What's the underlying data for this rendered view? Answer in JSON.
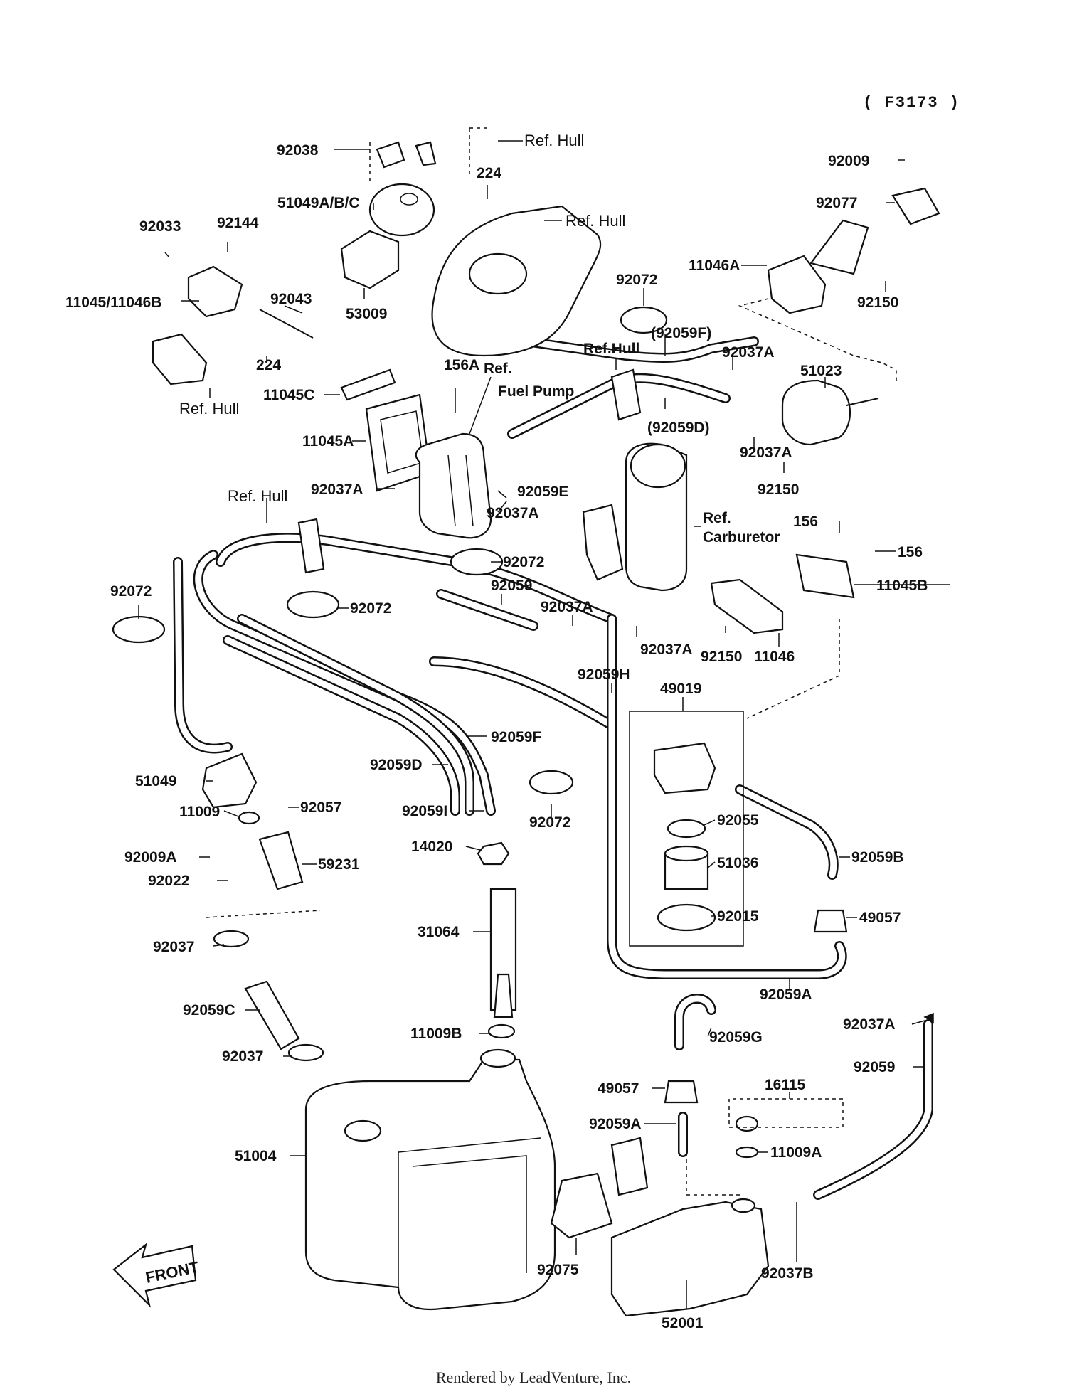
{
  "diagram": {
    "code": "( F3173 )",
    "footer": "Rendered by LeadVenture, Inc.",
    "front_label": "FRONT",
    "labels": [
      {
        "id": "92038",
        "text": "92038"
      },
      {
        "id": "ref-hull-top",
        "text": "Ref. Hull"
      },
      {
        "id": "224a",
        "text": "224"
      },
      {
        "id": "51049abc",
        "text": "51049A/B/C"
      },
      {
        "id": "ref-hull-cover",
        "text": "Ref. Hull"
      },
      {
        "id": "92033",
        "text": "92033"
      },
      {
        "id": "92144",
        "text": "92144"
      },
      {
        "id": "11045-11046b",
        "text": "11045/11046B"
      },
      {
        "id": "92043",
        "text": "92043"
      },
      {
        "id": "53009",
        "text": "53009"
      },
      {
        "id": "224b",
        "text": "224"
      },
      {
        "id": "ref-hull-left",
        "text": "Ref. Hull"
      },
      {
        "id": "11045c",
        "text": "11045C"
      },
      {
        "id": "156a",
        "text": "156A"
      },
      {
        "id": "11045a",
        "text": "11045A"
      },
      {
        "id": "ref-fuel-pump-1",
        "text": "Ref."
      },
      {
        "id": "ref-fuel-pump-2",
        "text": "Fuel Pump"
      },
      {
        "id": "92009",
        "text": "92009"
      },
      {
        "id": "92077",
        "text": "92077"
      },
      {
        "id": "11046a",
        "text": "11046A"
      },
      {
        "id": "92150a",
        "text": "92150"
      },
      {
        "id": "92072-top",
        "text": "92072"
      },
      {
        "id": "ref-hull-clip",
        "text": "Ref.Hull"
      },
      {
        "id": "92059f-p",
        "text": "(92059F)"
      },
      {
        "id": "92037a-1",
        "text": "92037A"
      },
      {
        "id": "51023",
        "text": "51023"
      },
      {
        "id": "92059d-p",
        "text": "(92059D)"
      },
      {
        "id": "92037a-2",
        "text": "92037A"
      },
      {
        "id": "92150b",
        "text": "92150"
      },
      {
        "id": "92037a-3",
        "text": "92037A"
      },
      {
        "id": "92059e",
        "text": "92059E"
      },
      {
        "id": "92037a-4",
        "text": "92037A"
      },
      {
        "id": "ref-hull-mid",
        "text": "Ref. Hull"
      },
      {
        "id": "92072-mid",
        "text": "92072"
      },
      {
        "id": "ref-carb-1",
        "text": "Ref."
      },
      {
        "id": "ref-carb-2",
        "text": "Carburetor"
      },
      {
        "id": "156-top",
        "text": "156"
      },
      {
        "id": "156-right",
        "text": "156"
      },
      {
        "id": "11045b",
        "text": "11045B"
      },
      {
        "id": "92072-left",
        "text": "92072"
      },
      {
        "id": "92072-lmid",
        "text": "92072"
      },
      {
        "id": "92059",
        "text": "92059"
      },
      {
        "id": "92037a-5",
        "text": "92037A"
      },
      {
        "id": "92037a-6",
        "text": "92037A"
      },
      {
        "id": "92150c",
        "text": "92150"
      },
      {
        "id": "11046",
        "text": "11046"
      },
      {
        "id": "92059h",
        "text": "92059H"
      },
      {
        "id": "49019",
        "text": "49019"
      },
      {
        "id": "92059f",
        "text": "92059F"
      },
      {
        "id": "51049",
        "text": "51049"
      },
      {
        "id": "92059d",
        "text": "92059D"
      },
      {
        "id": "11009",
        "text": "11009"
      },
      {
        "id": "92057",
        "text": "92057"
      },
      {
        "id": "92059i",
        "text": "92059I"
      },
      {
        "id": "92072-low",
        "text": "92072"
      },
      {
        "id": "92055",
        "text": "92055"
      },
      {
        "id": "92059b",
        "text": "92059B"
      },
      {
        "id": "14020",
        "text": "14020"
      },
      {
        "id": "92009a",
        "text": "92009A"
      },
      {
        "id": "59231",
        "text": "59231"
      },
      {
        "id": "92022",
        "text": "92022"
      },
      {
        "id": "51036",
        "text": "51036"
      },
      {
        "id": "92015",
        "text": "92015"
      },
      {
        "id": "49057-r",
        "text": "49057"
      },
      {
        "id": "31064",
        "text": "31064"
      },
      {
        "id": "92037-a",
        "text": "92037"
      },
      {
        "id": "92059a-r",
        "text": "92059A"
      },
      {
        "id": "92059c",
        "text": "92059C"
      },
      {
        "id": "11009b",
        "text": "11009B"
      },
      {
        "id": "92059g",
        "text": "92059G"
      },
      {
        "id": "92037a-7",
        "text": "92037A"
      },
      {
        "id": "92037-b",
        "text": "92037"
      },
      {
        "id": "92059-r",
        "text": "92059"
      },
      {
        "id": "49057-l",
        "text": "49057"
      },
      {
        "id": "16115",
        "text": "16115"
      },
      {
        "id": "92059a-l",
        "text": "92059A"
      },
      {
        "id": "11009a",
        "text": "11009A"
      },
      {
        "id": "51004",
        "text": "51004"
      },
      {
        "id": "92075",
        "text": "92075"
      },
      {
        "id": "92037b",
        "text": "92037B"
      },
      {
        "id": "52001",
        "text": "52001"
      }
    ]
  }
}
